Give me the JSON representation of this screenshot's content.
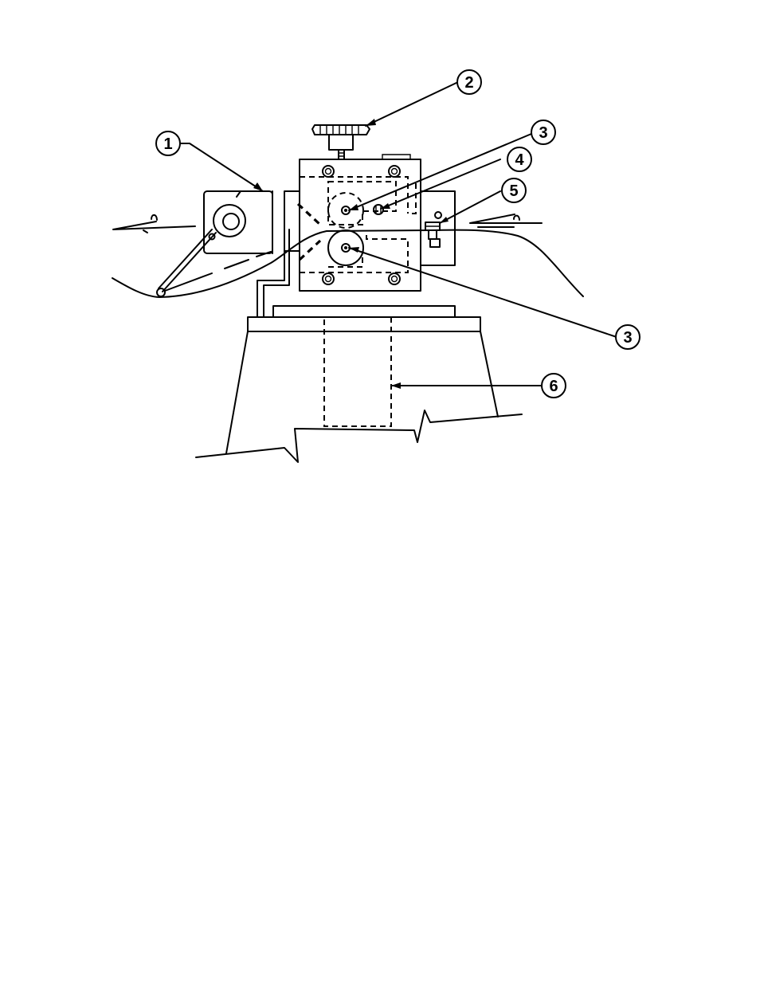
{
  "figure": {
    "callouts": [
      {
        "id": "c1",
        "label": "1"
      },
      {
        "id": "c2",
        "label": "2"
      },
      {
        "id": "c3a",
        "label": "3"
      },
      {
        "id": "c4",
        "label": "4"
      },
      {
        "id": "c5",
        "label": "5"
      },
      {
        "id": "c3b",
        "label": "3"
      },
      {
        "id": "c6",
        "label": "6"
      }
    ]
  }
}
